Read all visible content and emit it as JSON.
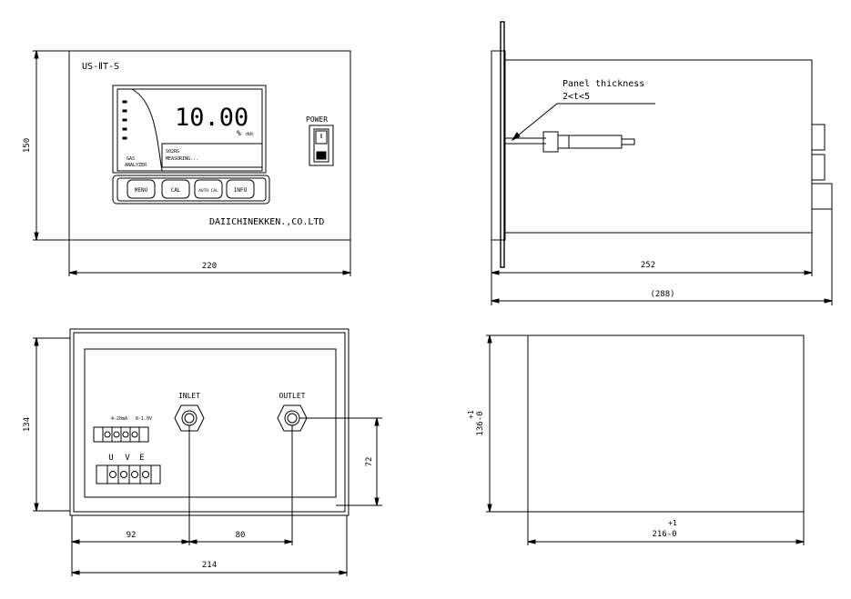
{
  "front_view": {
    "model": "US-ⅡT-S",
    "reading": "10.00",
    "unit": "%",
    "unit_sub": "ddc",
    "led_labels": [
      "",
      "",
      "",
      "",
      ""
    ],
    "side_label_1": "GAS",
    "side_label_2": "ANALYZER",
    "message_line_1": "SO2RG",
    "message_line_2": "MEASURING...",
    "keys": [
      "MENU",
      "CAL",
      "AUTO CAL",
      "INFO"
    ],
    "power_label": "POWER",
    "company": "DAIICHINEKKEN.,CO.LTD",
    "dim_width": "220",
    "dim_height": "150"
  },
  "side_view": {
    "note_line_1": "Panel thickness",
    "note_line_2": "2<t<5",
    "dim_depth": "252",
    "dim_total": "(288)"
  },
  "rear_view": {
    "inlet_label": "INLET",
    "outlet_label": "OUTLET",
    "output_labels": [
      "4-20mA",
      "0-1.0V"
    ],
    "terminal_labels": [
      "U",
      "V",
      "E"
    ],
    "dim_height": "134",
    "dim_left": "92",
    "dim_mid": "80",
    "dim_width": "214",
    "dim_port_height": "72"
  },
  "cutout_view": {
    "tol_plus": "+1",
    "tol_minus": "-0",
    "dim_height_value": "136",
    "dim_width_value": "216"
  }
}
